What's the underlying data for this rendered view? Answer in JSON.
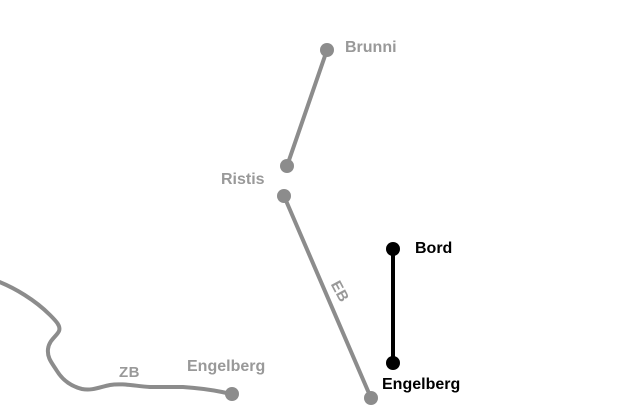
{
  "colors": {
    "background": "#ffffff",
    "inactive_line": "#8c8c8c",
    "inactive_label": "#999999",
    "active": "#000000"
  },
  "stations": {
    "brunni": {
      "label": "Brunni",
      "status": "inactive"
    },
    "ristis": {
      "label": "Ristis",
      "status": "inactive"
    },
    "bord": {
      "label": "Bord",
      "status": "active"
    },
    "engelberg_active": {
      "label": "Engelberg",
      "status": "active"
    },
    "engelberg_zb": {
      "label": "Engelberg",
      "status": "inactive"
    }
  },
  "lines": {
    "eb": {
      "label": "EB",
      "status": "inactive"
    },
    "zb": {
      "label": "ZB",
      "status": "inactive"
    },
    "brunni_ristis": {
      "status": "inactive"
    },
    "engelberg_bord": {
      "status": "active"
    }
  }
}
